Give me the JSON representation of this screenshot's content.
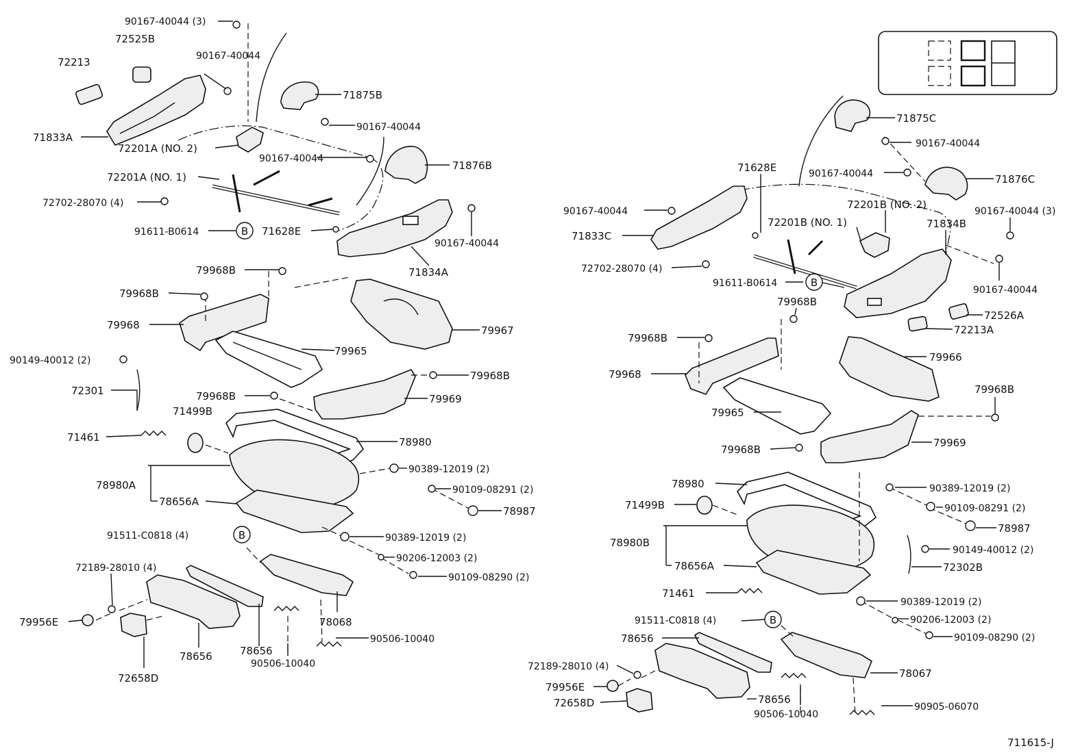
{
  "diagram_id": "711615-J",
  "callout_letter": "B",
  "labels": {
    "l_90167_40044_3_top": "90167-40044 (3)",
    "l_72525B": "72525B",
    "l_72213": "72213",
    "l_90167_40044_a": "90167-40044",
    "l_71875B": "71875B",
    "l_71833A": "71833A",
    "l_90167_40044_b": "90167-40044",
    "l_72201A_no2": "72201A (NO. 2)",
    "l_90167_40044_c": "90167-40044",
    "l_71876B": "71876B",
    "l_72201A_no1": "72201A (NO. 1)",
    "l_72702_28070_4_left": "72702-28070 (4)",
    "l_90167_40044_d": "90167-40044",
    "l_91611_B0614_left": "91611-B0614",
    "l_71628E_left": "71628E",
    "l_71834A": "71834A",
    "l_79968B_a": "79968B",
    "l_79968B_b": "79968B",
    "l_79968_left": "79968",
    "l_79967": "79967",
    "l_79965_left": "79965",
    "l_90149_40012_2_left": "90149-40012 (2)",
    "l_72301": "72301",
    "l_79968B_c": "79968B",
    "l_79968B_d": "79968B",
    "l_79969_left": "79969",
    "l_71499B_left": "71499B",
    "l_71461_left": "71461",
    "l_78980_left": "78980",
    "l_90389_12019_2_a": "90389-12019 (2)",
    "l_78980A": "78980A",
    "l_90109_08291_2_left": "90109-08291 (2)",
    "l_78656A_left": "78656A",
    "l_78987_left": "78987",
    "l_91511_C0818_4_left": "91511-C0818 (4)",
    "l_90389_12019_2_b": "90389-12019 (2)",
    "l_90206_12003_2_left": "90206-12003 (2)",
    "l_72189_28010_4_left": "72189-28010 (4)",
    "l_90109_08290_2_left": "90109-08290 (2)",
    "l_79956E_left": "79956E",
    "l_78068": "78068",
    "l_78656_left_a": "78656",
    "l_78656_left_b": "78656",
    "l_90506_10040_a": "90506-10040",
    "l_90506_10040_b": "90506-10040",
    "l_72658D_left": "72658D",
    "r_71875C": "71875C",
    "r_90167_40044_a": "90167-40044",
    "r_71628E": "71628E",
    "r_90167_40044_b": "90167-40044",
    "r_71876C": "71876C",
    "r_90167_40044_c": "90167-40044",
    "r_72201B_no2": "72201B (NO. 2)",
    "r_90167_40044_3": "90167-40044 (3)",
    "r_71833C": "71833C",
    "r_72201B_no1": "72201B (NO. 1)",
    "r_71834B": "71834B",
    "r_72702_28070_4": "72702-28070 (4)",
    "r_90167_40044_d": "90167-40044",
    "r_91611_B0614": "91611-B0614",
    "r_79968B_a": "79968B",
    "r_72526A": "72526A",
    "r_72213A": "72213A",
    "r_79968B_b": "79968B",
    "r_79966": "79966",
    "r_79968": "79968",
    "r_79968B_c": "79968B",
    "r_79965": "79965",
    "r_79968B_d": "79968B",
    "r_79969": "79969",
    "r_78980": "78980",
    "r_90389_12019_2_a": "90389-12019 (2)",
    "r_71499B": "71499B",
    "r_90109_08291_2": "90109-08291 (2)",
    "r_78987": "78987",
    "r_78980B": "78980B",
    "r_90149_40012_2": "90149-40012 (2)",
    "r_72302B": "72302B",
    "r_78656A": "78656A",
    "r_71461": "71461",
    "r_90389_12019_2_b": "90389-12019 (2)",
    "r_91511_C0818_4": "91511-C0818 (4)",
    "r_90206_12003_2": "90206-12003 (2)",
    "r_90109_08290_2": "90109-08290 (2)",
    "r_78656_a": "78656",
    "r_72189_28010_4": "72189-28010 (4)",
    "r_78067": "78067",
    "r_79956E": "79956E",
    "r_72658D": "72658D",
    "r_78656_b": "78656",
    "r_90506_10040": "90506-10040",
    "r_90905_06070": "90905-06070"
  }
}
